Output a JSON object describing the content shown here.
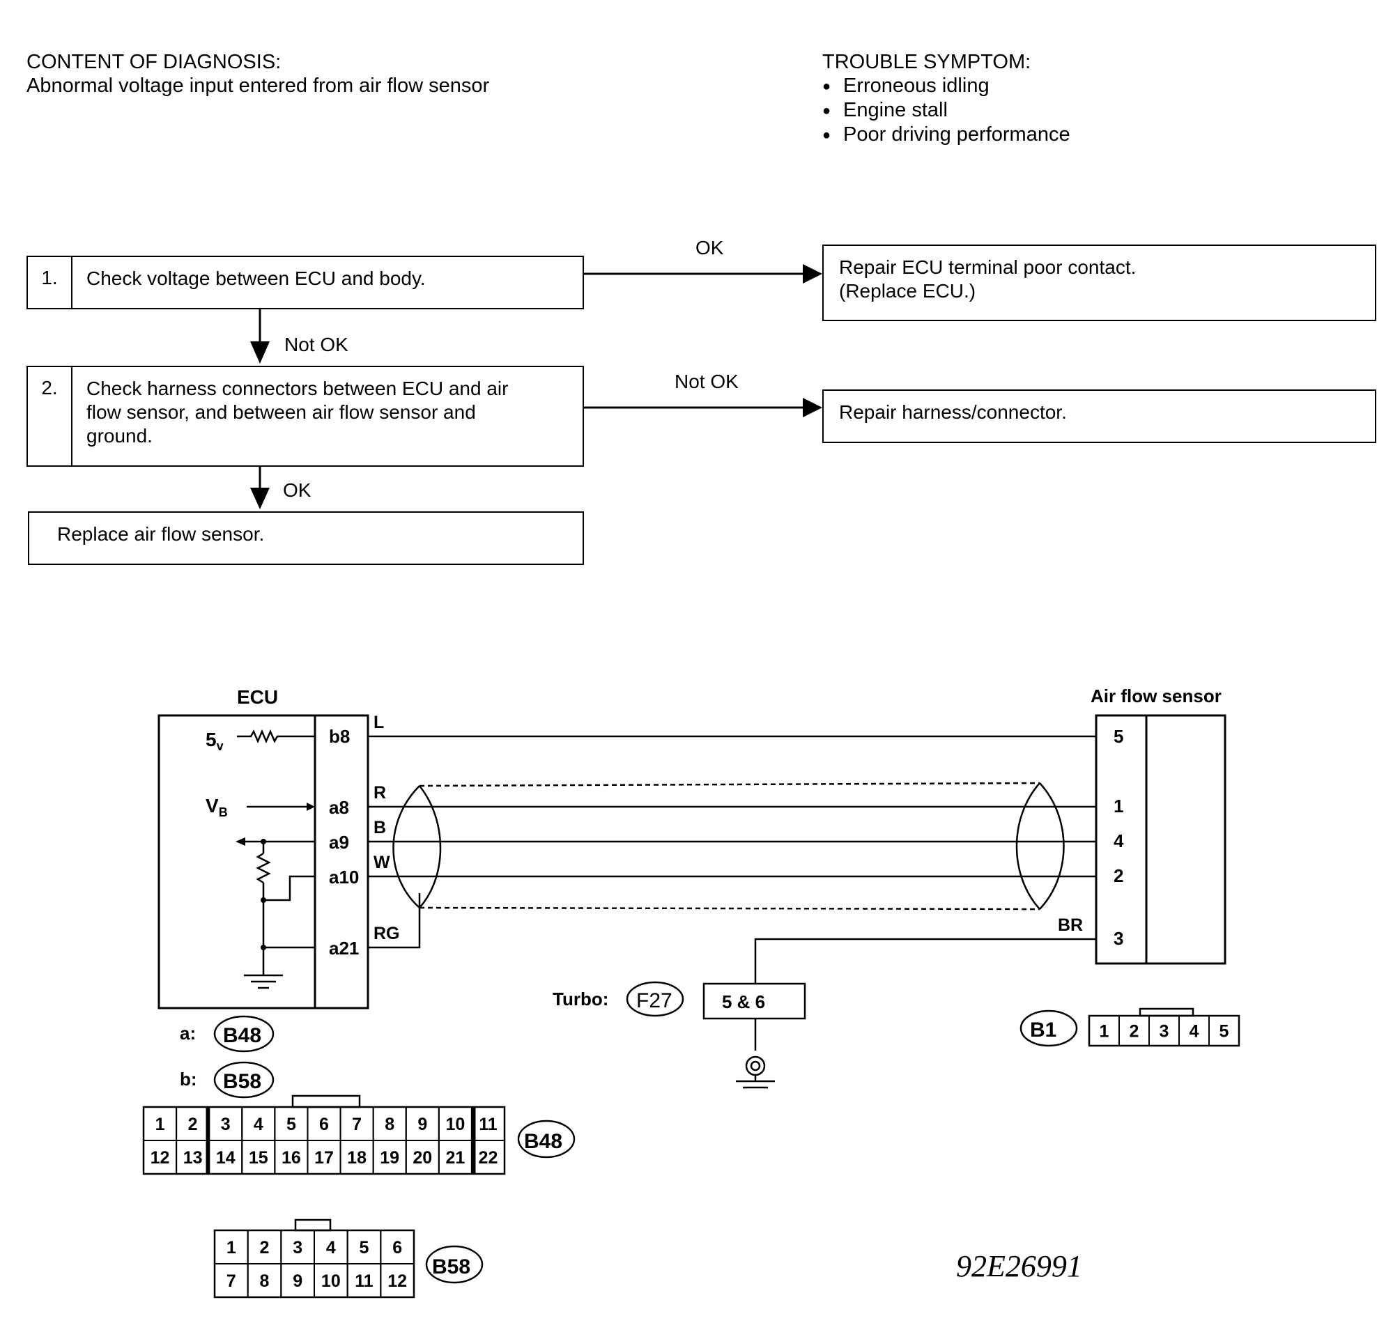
{
  "content_of_diagnosis": {
    "heading": "CONTENT OF DIAGNOSIS:",
    "text": "Abnormal voltage input entered from air flow sensor"
  },
  "trouble_symptom": {
    "heading": "TROUBLE SYMPTOM:",
    "items": [
      "Erroneous idling",
      "Engine stall",
      "Poor driving performance"
    ]
  },
  "flowchart": {
    "step1": {
      "number": "1.",
      "text": "Check voltage between ECU and body."
    },
    "step2": {
      "number": "2.",
      "text": "Check harness connectors between ECU and air\nflow sensor, and between air flow sensor and\nground."
    },
    "final": {
      "text": "Replace air flow sensor."
    },
    "result1": {
      "text": "Repair ECU terminal poor contact.\n(Replace ECU.)"
    },
    "result2": {
      "text": "Repair harness/connector."
    },
    "arrow_1_right": "OK",
    "arrow_1_down": "Not OK",
    "arrow_2_right": "Not OK",
    "arrow_2_down": "OK"
  },
  "wiring": {
    "ecu_title": "ECU",
    "sensor_title": "Air flow sensor",
    "ecu_5v": "5",
    "ecu_5v_sub": "v",
    "ecu_vb": "V",
    "ecu_vb_sub": "B",
    "ecu_terminals": [
      "b8",
      "a8",
      "a9",
      "a10",
      "a21"
    ],
    "wire_colors": [
      "L",
      "R",
      "B",
      "W",
      "RG",
      "BR"
    ],
    "sensor_pins": [
      "5",
      "1",
      "4",
      "2",
      "3"
    ],
    "turbo_label": "Turbo:",
    "turbo_connector": "F27",
    "ground_terminal": "5 & 6",
    "sensor_connector": "B1",
    "connector_a_label": "a:",
    "connector_a": "B48",
    "connector_b_label": "b:",
    "connector_b": "B58",
    "b1_pins": [
      "1",
      "2",
      "3",
      "4",
      "5"
    ],
    "b48_row1": [
      "1",
      "2",
      "3",
      "4",
      "5",
      "6",
      "7",
      "8",
      "9",
      "10",
      "11"
    ],
    "b48_row2": [
      "12",
      "13",
      "14",
      "15",
      "16",
      "17",
      "18",
      "19",
      "20",
      "21",
      "22"
    ],
    "b48_label": "B48",
    "b58_row1": [
      "1",
      "2",
      "3",
      "4",
      "5",
      "6"
    ],
    "b58_row2": [
      "7",
      "8",
      "9",
      "10",
      "11",
      "12"
    ],
    "b58_label": "B58"
  },
  "figure_code": "92E26991"
}
